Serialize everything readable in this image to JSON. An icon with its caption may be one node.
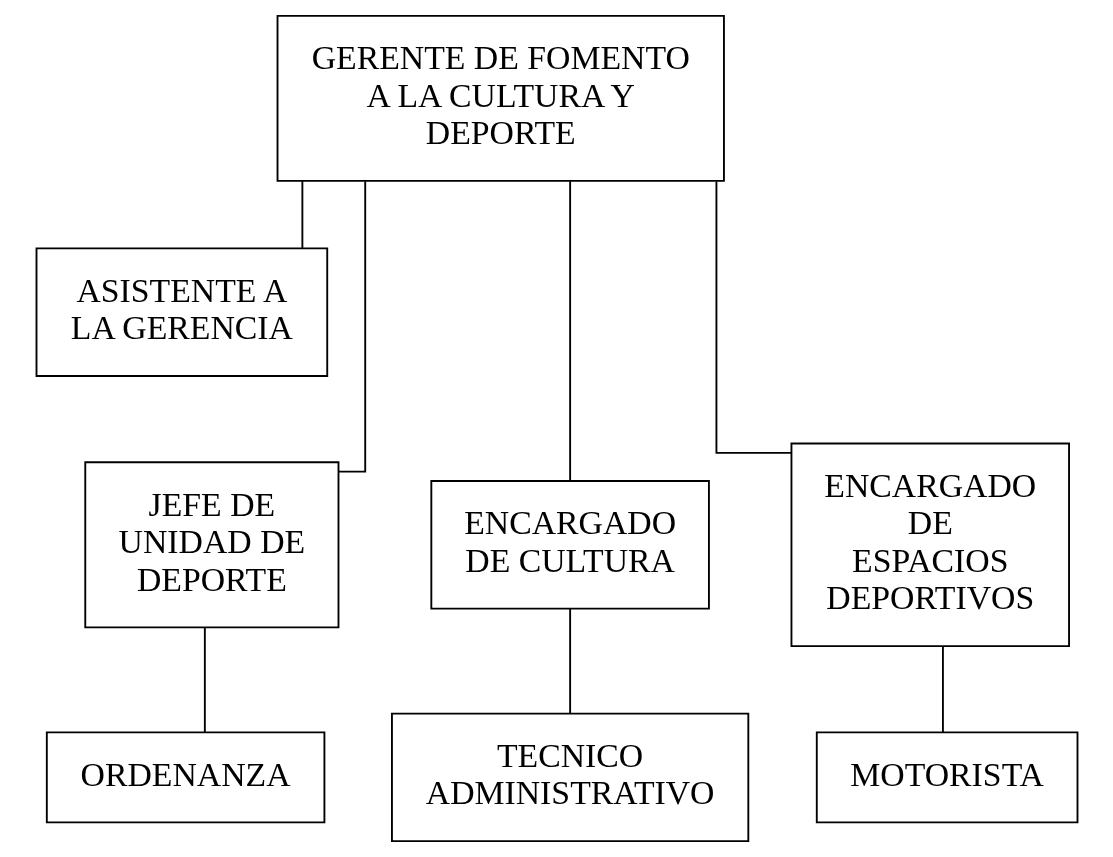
{
  "diagram": {
    "nodes": [
      {
        "text": [
          "GERENTE DE FOMENTO A LA CULTURA Y DEPORTE"
        ]
      },
      {
        "text": [
          "ASISTENTE A LA GERENCIA"
        ]
      },
      {
        "text": [
          "JEFE DE UNIDAD DE DEPORTE"
        ]
      },
      {
        "text": [
          "ENCARGADO DE CULTURA"
        ]
      },
      {
        "text": [
          "ENCARGADO DE ESPACIOS DEPORTIVOS"
        ]
      },
      {
        "text": [
          "ORDENANZA"
        ]
      },
      {
        "text": [
          "TECNICO ADMINISTRATIVO"
        ]
      },
      {
        "text": [
          "MOTORISTA"
        ]
      }
    ],
    "edges": [
      {
        "from": 0,
        "to": 1,
        "arrow": "none"
      },
      {
        "from": 0,
        "to": 2,
        "arrow": "none"
      },
      {
        "from": 0,
        "to": 3,
        "arrow": "none"
      },
      {
        "from": 0,
        "to": 4,
        "arrow": "none"
      },
      {
        "from": 2,
        "to": 5,
        "arrow": "none"
      },
      {
        "from": 3,
        "to": 6,
        "arrow": "none"
      },
      {
        "from": 4,
        "to": 7,
        "arrow": "none"
      }
    ]
  }
}
